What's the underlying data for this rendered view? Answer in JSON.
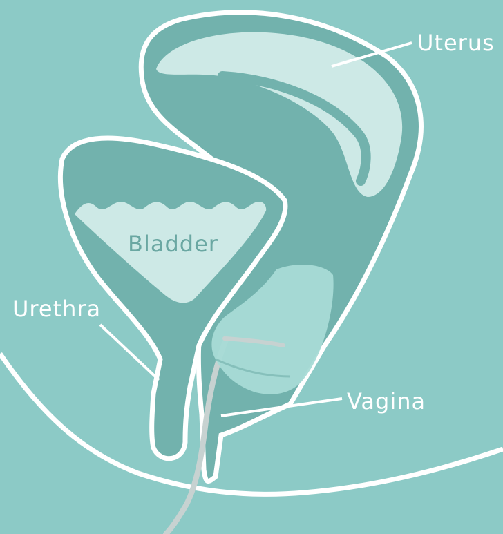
{
  "labels": {
    "uterus": "Uterus",
    "bladder": "Bladder",
    "urethra": "Urethra",
    "vagina": "Vagina"
  },
  "colors": {
    "background": "#8ccac6",
    "organ_wall": "#72b2ad",
    "organ_fill": "#cde9e6",
    "outline": "#ffffff",
    "device": "#a8dbd6",
    "tube": "#c7d2d1",
    "bladder_label": "#6aa7a2"
  }
}
